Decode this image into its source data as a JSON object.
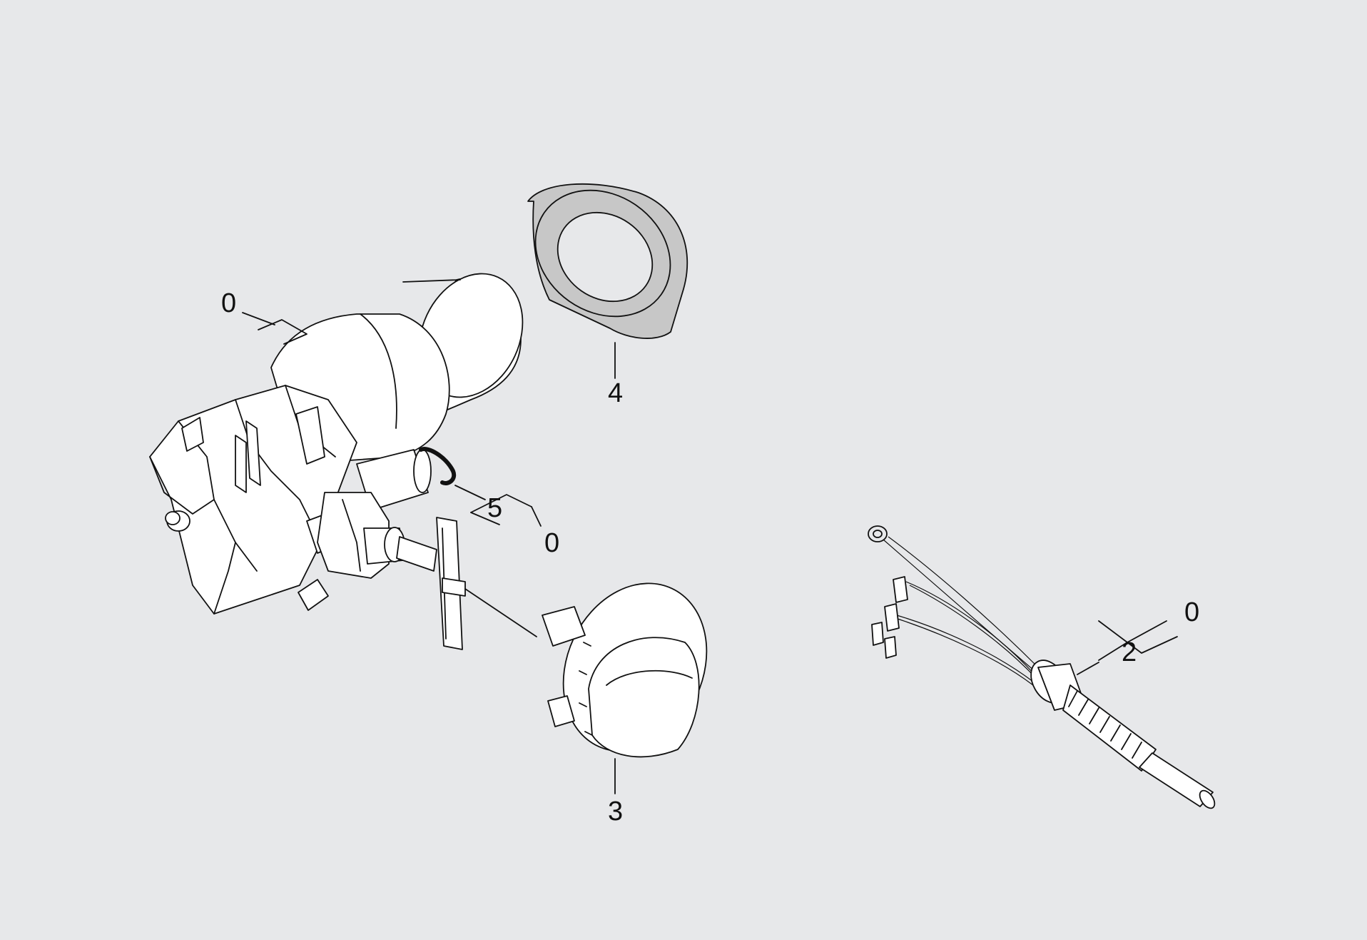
{
  "background_color": "#e7e8ea",
  "line_color": "#111111",
  "callouts": {
    "motor_ref": "0",
    "ring_part": "4",
    "oring_part": "5",
    "oring_ref": "0",
    "cap_part": "3",
    "cable_part": "2",
    "cable_ref": "0"
  }
}
